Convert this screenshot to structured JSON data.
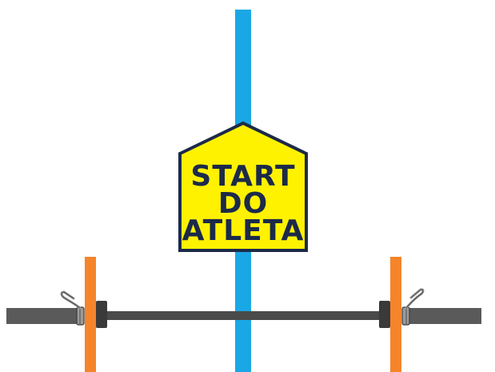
{
  "sign": {
    "lines": [
      "START",
      "DO",
      "ATLETA"
    ]
  },
  "colors": {
    "background": "#ffffff",
    "start_line": "#1aa7e6",
    "plate": "#f5842b",
    "bar": "#4a4a4a",
    "sleeve": "#5a5a5a",
    "collar": "#3a3a3a",
    "clip": "#9a9a9a",
    "sign_fill": "#fff200",
    "sign_border": "#1c2a4a",
    "sign_text": "#1c2a4a"
  },
  "icons": {
    "barbell": "barbell-icon",
    "clip": "spring-clip-icon",
    "sign": "house-sign-icon"
  }
}
